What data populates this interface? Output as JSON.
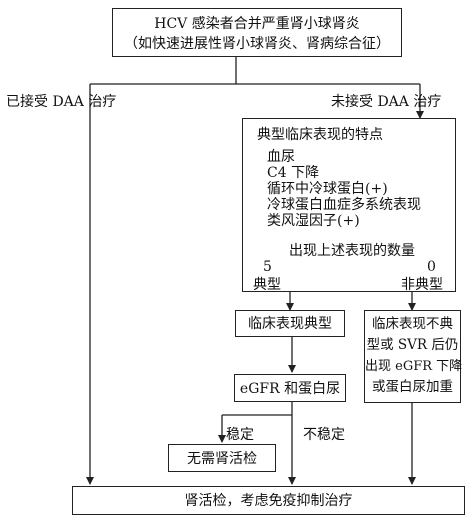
{
  "top_box": {
    "line1": "HCV 感染者合并严重肾小球肾炎",
    "line2": "（如快速进展性肾小球肾炎、肾病综合征）"
  },
  "branch_labels": {
    "treated": "已接受 DAA 治疗",
    "untreated": "未接受 DAA 治疗"
  },
  "features_box": {
    "title": "典型临床表现的特点",
    "items": [
      "血尿",
      "C4 下降",
      "循环中冷球蛋白(+)",
      "冷球蛋白血症多系统表现",
      "类风湿因子(+)"
    ],
    "scale_label": "出现上述表现的数量",
    "scale_left": "5",
    "scale_right": "0",
    "typical": "典型",
    "atypical": "非典型"
  },
  "typical_box": "临床表现典型",
  "atypical_box": {
    "line1": "临床表现不典",
    "line2": "型或 SVR 后仍",
    "line3": "出现 eGFR 下降",
    "line4": "或蛋白尿加重"
  },
  "egfr_box": "eGFR 和蛋白尿",
  "stable_label": "稳定",
  "unstable_label": "不稳定",
  "no_biopsy_box": "无需肾活检",
  "final_box": "肾活检，考虑免疫抑制治疗"
}
